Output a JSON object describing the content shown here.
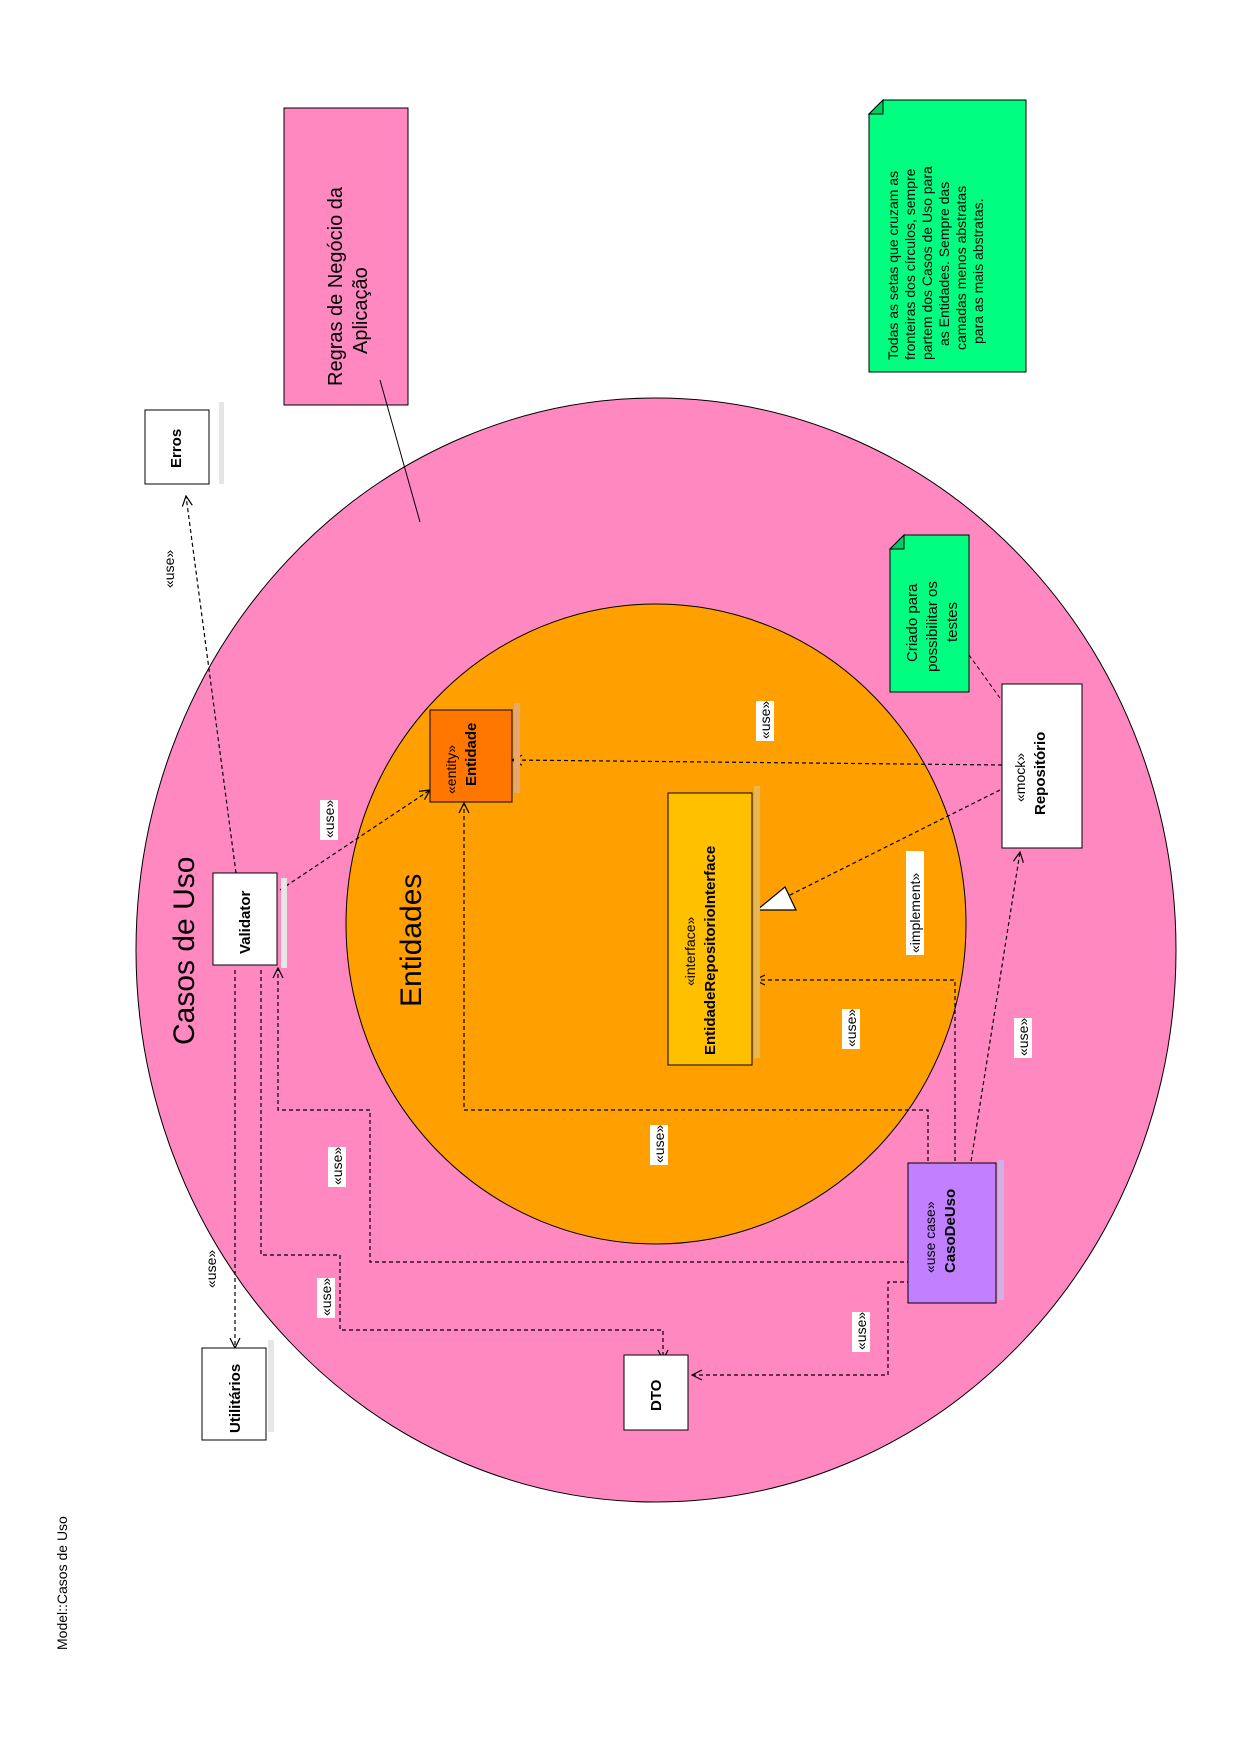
{
  "colors": {
    "outer_circle": "#ff88c0",
    "inner_circle": "#ffa000",
    "entity_box": "#ff7700",
    "interface_box": "#ffc000",
    "usecase_box": "#c080ff",
    "note_green": "#00ff80",
    "note_pink": "#ff88c0",
    "box_white": "#ffffff"
  },
  "diagram": {
    "model_label": "Model::Casos de Uso",
    "outer_label": "Casos de Uso",
    "inner_label": "Entidades",
    "note_rules": "Regras de Negócio da Aplicação",
    "note_rules_lines": [
      "Regras de Negócio da",
      "Aplicação"
    ],
    "note_arrows_lines": [
      "Todas as setas que cruzam as",
      "fronteiras dos círculos, sempre",
      "partem dos Casos de Uso para",
      "as Entidades. Sempre das",
      "camadas menos abstratas",
      "para as mais abstratas."
    ],
    "note_tests_lines": [
      "Criado para",
      "possibilitar os",
      "testes"
    ],
    "boxes": {
      "erros": {
        "title": "Erros"
      },
      "validator": {
        "title": "Validator"
      },
      "utilitarios": {
        "title": "Utilitários"
      },
      "dto": {
        "title": "DTO"
      },
      "entidade": {
        "stereotype": "«entity»",
        "title": "Entidade"
      },
      "interface": {
        "stereotype": "«interface»",
        "title": "EntidadeRepositorioInterface"
      },
      "repositorio": {
        "stereotype": "«mock»",
        "title": "Repositório"
      },
      "casodeuso": {
        "stereotype": "«use case»",
        "title": "CasoDeUso"
      }
    },
    "edge_labels": {
      "use": "«use»",
      "implement": "«implement»"
    }
  }
}
